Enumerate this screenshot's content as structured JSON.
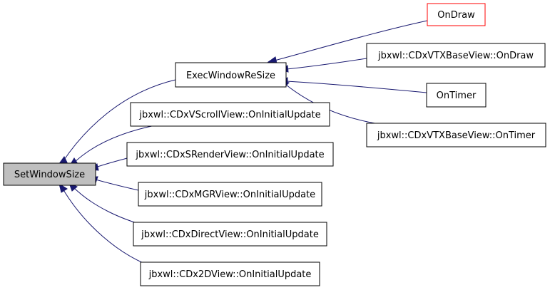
{
  "colors": {
    "edge": "#191970",
    "node_border": "#000000",
    "node_fill": "#ffffff",
    "focus_fill": "#bfbfbf",
    "highlight_border": "#ff0000"
  },
  "nodes": {
    "setwindowsize": "SetWindowSize",
    "execwindowresize": "ExecWindowReSize",
    "vscroll": "jbxwl::CDxVScrollView::OnInitialUpdate",
    "srender": "jbxwl::CDxSRenderView::OnInitialUpdate",
    "mgr": "jbxwl::CDxMGRView::OnInitialUpdate",
    "direct": "jbxwl::CDxDirectView::OnInitialUpdate",
    "cdx2d": "jbxwl::CDx2DView::OnInitialUpdate",
    "ondraw": "OnDraw",
    "vtx_ondraw": "jbxwl::CDxVTXBaseView::OnDraw",
    "ontimer": "OnTimer",
    "vtx_ontimer": "jbxwl::CDxVTXBaseView::OnTimer"
  }
}
